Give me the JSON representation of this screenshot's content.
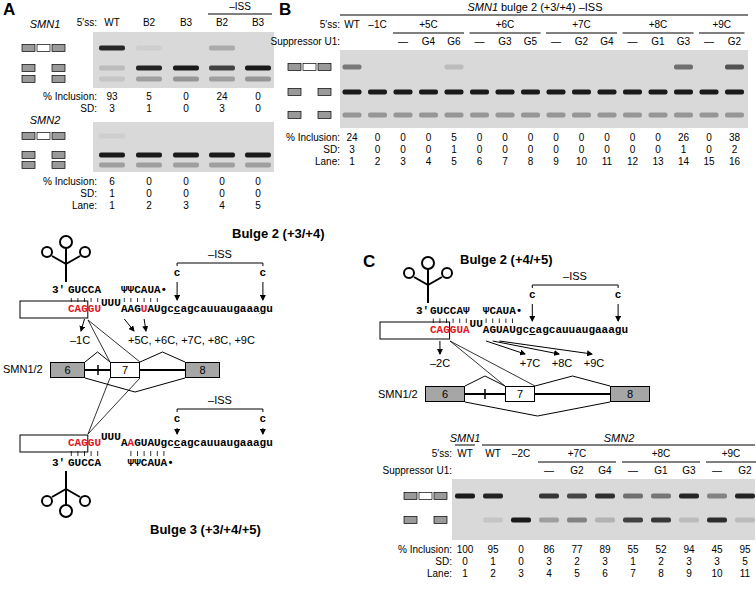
{
  "diagram": {
    "nodes": [
      {
        "text": [
          "6"
        ]
      },
      {
        "text": [
          "7"
        ]
      },
      {
        "text": [
          "8"
        ]
      },
      {
        "text": [
          "6"
        ]
      },
      {
        "text": [
          "7"
        ]
      },
      {
        "text": [
          "8"
        ]
      }
    ],
    "edges": [
      {
        "from": 0,
        "to": 1,
        "arrow": "none"
      },
      {
        "from": 1,
        "to": 2,
        "arrow": "none"
      },
      {
        "from": 0,
        "to": 2,
        "arrow": "none"
      },
      {
        "from": 3,
        "to": 4,
        "arrow": "none"
      },
      {
        "from": 4,
        "to": 5,
        "arrow": "none"
      },
      {
        "from": 3,
        "to": 5,
        "arrow": "none"
      }
    ],
    "labels": [
      "A",
      "–ISS",
      "5′ss:",
      "WT",
      "B2",
      "B3",
      "B2",
      "B3",
      "SMN1",
      "% Inclusion:",
      "93",
      "5",
      "0",
      "24",
      "0",
      "SD:",
      "3",
      "1",
      "0",
      "3",
      "0",
      "SMN2",
      "% Inclusion:",
      "6",
      "0",
      "0",
      "0",
      "0",
      "SD:",
      "1",
      "0",
      "0",
      "0",
      "0",
      "Lane:",
      "1",
      "2",
      "3",
      "4",
      "5",
      "B",
      "SMN1",
      "bulge 2 (+3/+4) –ISS",
      "5′ss:",
      "WT",
      "–1C",
      "+5C",
      "+6C",
      "+7C",
      "+8C",
      "+9C",
      "Suppressor U1:",
      "—",
      "G4",
      "G6",
      "—",
      "G3",
      "G5",
      "—",
      "G2",
      "G4",
      "—",
      "G1",
      "G3",
      "—",
      "G2",
      "% Inclusion:",
      "24",
      "0",
      "0",
      "0",
      "5",
      "0",
      "0",
      "0",
      "0",
      "0",
      "0",
      "0",
      "0",
      "26",
      "0",
      "38",
      "SD:",
      "3",
      "0",
      "0",
      "0",
      "1",
      "0",
      "0",
      "0",
      "0",
      "0",
      "0",
      "0",
      "0",
      "1",
      "0",
      "2",
      "Lane:",
      "1",
      "2",
      "3",
      "4",
      "5",
      "6",
      "7",
      "8",
      "9",
      "10",
      "11",
      "12",
      "13",
      "14",
      "15",
      "16",
      "Bulge 2 (+3/+4)",
      "–ISS",
      "c",
      "c",
      "3′",
      "GUCCA",
      "ΨΨCAUA•",
      "CAGGU",
      "UUU",
      "AAG",
      "U",
      "AUgc",
      "c",
      "agcauuaugaaa",
      "g",
      "u",
      "–1C",
      "+5C, +6C, +7C, +8C, +9C",
      "SMN1/2",
      "–ISS",
      "c",
      "c",
      "CAGGU",
      "UUU",
      "A",
      "A",
      "GUAUgc",
      "c",
      "agcauuaugaaa",
      "g",
      "u",
      "3′",
      "GUCCA",
      "ΨΨCAUA•",
      "Bulge 3 (+3/+4/+5)",
      "C",
      "Bulge 2 (+4/+5)",
      "–ISS",
      "c",
      "c",
      "3′",
      "GUCCAΨ",
      "ΨCAUA•",
      "CAGGUA",
      "UU",
      "AGUAUgc",
      "c",
      "agcauuaugaaa",
      "g",
      "u",
      "–2C",
      "+7C",
      "+8C",
      "+9C",
      "SMN1/2",
      "SMN1",
      "SMN2",
      "5′ss:",
      "WT",
      "WT",
      "–2C",
      "+7C",
      "+8C",
      "+9C",
      "Suppressor U1:",
      "—",
      "G2",
      "G4",
      "—",
      "G1",
      "G3",
      "—",
      "G2",
      "% Inclusion:",
      "100",
      "95",
      "0",
      "86",
      "77",
      "89",
      "55",
      "52",
      "94",
      "45",
      "95",
      "SD:",
      "0",
      "1",
      "0",
      "3",
      "2",
      "3",
      "1",
      "2",
      "3",
      "3",
      "5",
      "Lane:",
      "1",
      "2",
      "3",
      "4",
      "5",
      "6",
      "7",
      "8",
      "9",
      "10",
      "11"
    ]
  }
}
